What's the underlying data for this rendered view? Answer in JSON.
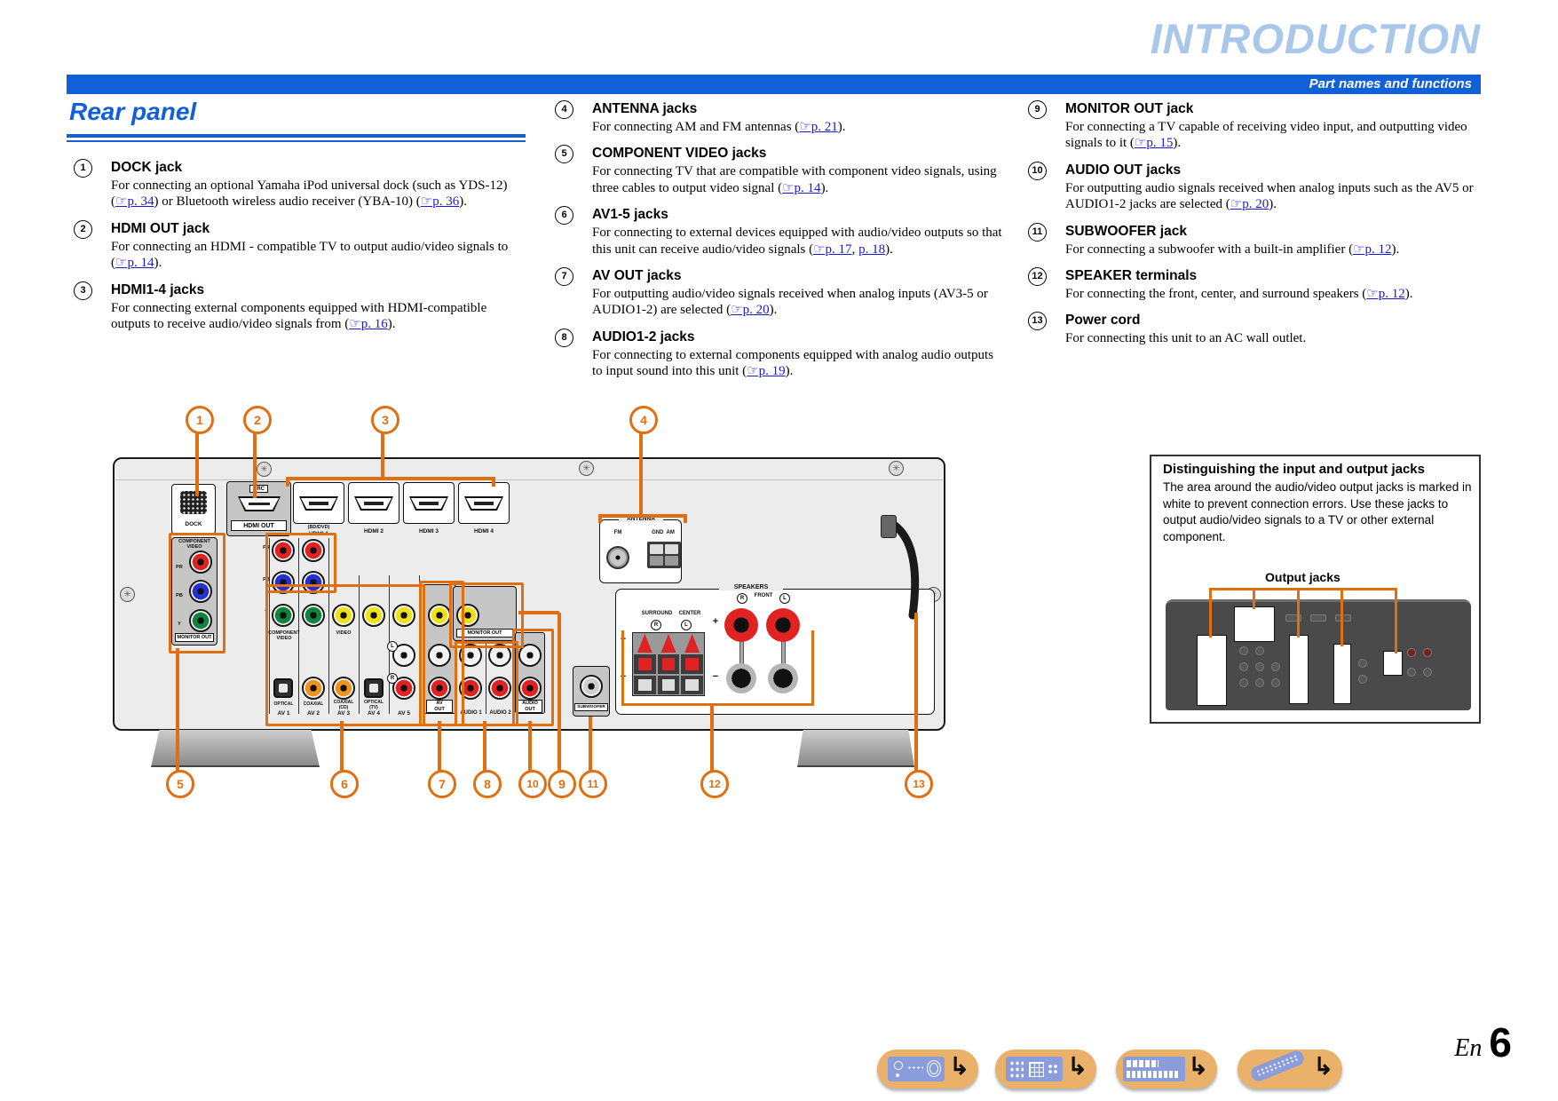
{
  "header": {
    "section_title": "INTRODUCTION",
    "bar_label": "Part names and functions"
  },
  "page_title": "Rear panel",
  "columns": [
    {
      "items": [
        {
          "num": "1",
          "title": "DOCK jack",
          "body": [
            {
              "t": "For connecting an optional Yamaha iPod universal dock (such as YDS-12) ("
            },
            {
              "l": "p. 34"
            },
            {
              "t": ") or Bluetooth wireless audio receiver (YBA-10) ("
            },
            {
              "l": "p. 36"
            },
            {
              "t": ")."
            }
          ]
        },
        {
          "num": "2",
          "title": "HDMI OUT jack",
          "body": [
            {
              "t": "For connecting an HDMI - compatible TV to output audio/video signals to ("
            },
            {
              "l": "p. 14"
            },
            {
              "t": ")."
            }
          ]
        },
        {
          "num": "3",
          "title": "HDMI1-4 jacks",
          "body": [
            {
              "t": "For connecting external components equipped with HDMI-compatible outputs to receive audio/video signals from ("
            },
            {
              "l": "p. 16"
            },
            {
              "t": ")."
            }
          ]
        }
      ]
    },
    {
      "items": [
        {
          "num": "4",
          "title": "ANTENNA jacks",
          "body": [
            {
              "t": "For connecting AM and FM antennas ("
            },
            {
              "l": "p. 21"
            },
            {
              "t": ")."
            }
          ]
        },
        {
          "num": "5",
          "title": "COMPONENT VIDEO jacks",
          "body": [
            {
              "t": "For connecting TV that are compatible with component video signals, using three cables to output video signal ("
            },
            {
              "l": "p. 14"
            },
            {
              "t": ")."
            }
          ]
        },
        {
          "num": "6",
          "title": "AV1-5 jacks",
          "body": [
            {
              "t": "For connecting to external devices equipped with audio/video outputs so that this unit can receive audio/video signals ("
            },
            {
              "l": "p. 17"
            },
            {
              "t": ", "
            },
            {
              "p": "p. 18"
            },
            {
              "t": ")."
            }
          ]
        },
        {
          "num": "7",
          "title": "AV OUT jacks",
          "body": [
            {
              "t": "For outputting audio/video signals received when analog inputs (AV3-5 or AUDIO1-2) are selected ("
            },
            {
              "l": "p. 20"
            },
            {
              "t": ")."
            }
          ]
        },
        {
          "num": "8",
          "title": "AUDIO1-2 jacks",
          "body": [
            {
              "t": "For connecting to external components equipped with analog audio outputs to input sound into this unit ("
            },
            {
              "l": "p. 19"
            },
            {
              "t": ")."
            }
          ]
        }
      ]
    },
    {
      "items": [
        {
          "num": "9",
          "title": "MONITOR OUT jack",
          "body": [
            {
              "t": "For connecting a TV capable of receiving video input, and outputting video signals to it ("
            },
            {
              "l": "p. 15"
            },
            {
              "t": ")."
            }
          ]
        },
        {
          "num": "10",
          "title": "AUDIO OUT jacks",
          "body": [
            {
              "t": "For outputting audio signals received when analog inputs such as the AV5 or AUDIO1-2 jacks are selected ("
            },
            {
              "l": "p. 20"
            },
            {
              "t": ")."
            }
          ]
        },
        {
          "num": "11",
          "title": "SUBWOOFER jack",
          "body": [
            {
              "t": "For connecting a subwoofer with a built-in amplifier ("
            },
            {
              "l": "p. 12"
            },
            {
              "t": ")."
            }
          ]
        },
        {
          "num": "12",
          "title": "SPEAKER terminals",
          "body": [
            {
              "t": "For connecting the front, center, and surround speakers ("
            },
            {
              "l": "p. 12"
            },
            {
              "t": ")."
            }
          ]
        },
        {
          "num": "13",
          "title": "Power cord",
          "body": [
            {
              "t": "For connecting this unit to an AC wall outlet."
            }
          ]
        }
      ]
    }
  ],
  "diagram": {
    "callouts": {
      "c1": "1",
      "c2": "2",
      "c3": "3",
      "c4": "4",
      "c5": "5",
      "c6": "6",
      "c7": "7",
      "c8": "8",
      "c9": "9",
      "c10": "10",
      "c11": "11",
      "c12": "12",
      "c13": "13"
    },
    "dock": "DOCK",
    "arc": "ARC",
    "hdmi_out": "HDMI OUT",
    "bd_dvd": "(BD/DVD)",
    "hdmi1": "HDMI 1",
    "hdmi2": "HDMI 2",
    "hdmi3": "HDMI 3",
    "hdmi4": "HDMI 4",
    "component_video": "COMPONENT VIDEO",
    "monitor_out": "MONITOR OUT",
    "pr": "PR",
    "pb": "PB",
    "y": "Y",
    "video": "VIDEO",
    "optical": "OPTICAL",
    "coaxial": "COAXIAL",
    "cd": "(CD)",
    "tv": "(TV)",
    "av1": "AV 1",
    "av2": "AV 2",
    "av3": "AV 3",
    "av4": "AV 4",
    "av5": "AV 5",
    "av_out_1": "AV",
    "av_out_2": "OUT",
    "audio1": "AUDIO 1",
    "audio2": "AUDIO 2",
    "audio_out_1": "AUDIO",
    "audio_out_2": "OUT",
    "subwoofer": "SUBWOOFER",
    "antenna": "ANTENNA",
    "fm": "FM",
    "gnd_am": "GND  AM",
    "speakers": "SPEAKERS",
    "surround": "SURROUND",
    "center": "CENTER",
    "front": "FRONT",
    "r": "R",
    "l": "L",
    "plus": "+",
    "minus": "−"
  },
  "inset": {
    "title": "Distinguishing the input and output jacks",
    "body": "The area around the audio/video output jacks is marked in white to prevent connection errors. Use these jacks to output audio/video signals to a TV or other external component.",
    "output_label": "Output jacks"
  },
  "footer": {
    "icons": [
      "front-panel-view",
      "rear-panel-view",
      "front-display-view",
      "remote-control-view"
    ],
    "arrow_glyph": "↳",
    "page_lang": "En",
    "page_number": "6"
  }
}
